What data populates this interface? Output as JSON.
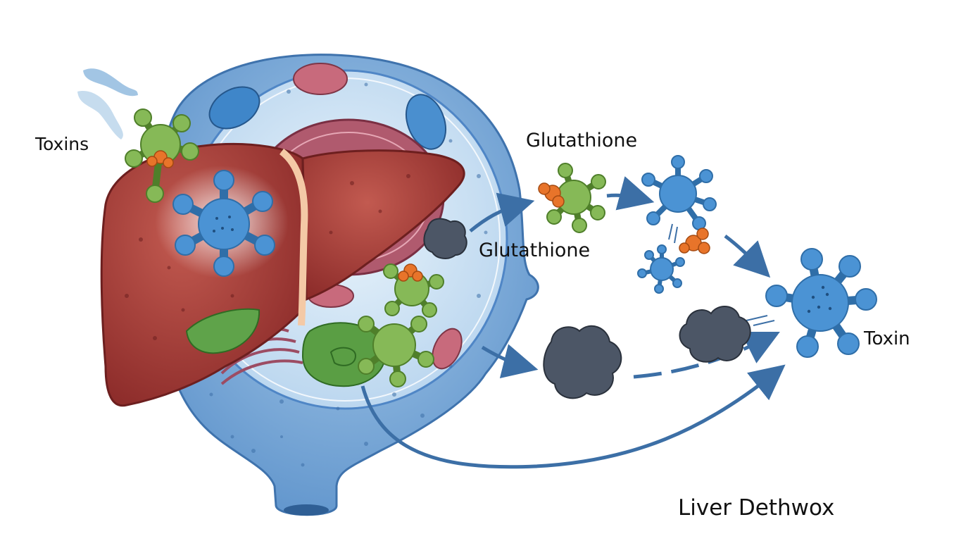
{
  "labels": {
    "toxins": "Toxins",
    "glutathione_top": "Glutathione",
    "glutathione_mid": "Glutathione",
    "toxin": "Toxin",
    "title": "Liver Dethwox"
  },
  "colors": {
    "cell_membrane": "#4f86c6",
    "cytoplasm": "#cfe3f4",
    "liver": "#a33a35",
    "gallbladder": "#5a9e44",
    "toxin_molecule": "#4b93d4",
    "glutathione_molecule": "#86b957",
    "bound_fragment": "#e8742a",
    "metabolite": "#4c5666",
    "arrow": "#3c6fa6"
  },
  "icons": [
    "toxin-molecule-icon",
    "glutathione-molecule-icon",
    "metabolite-icon",
    "liver-icon",
    "cell-icon"
  ]
}
